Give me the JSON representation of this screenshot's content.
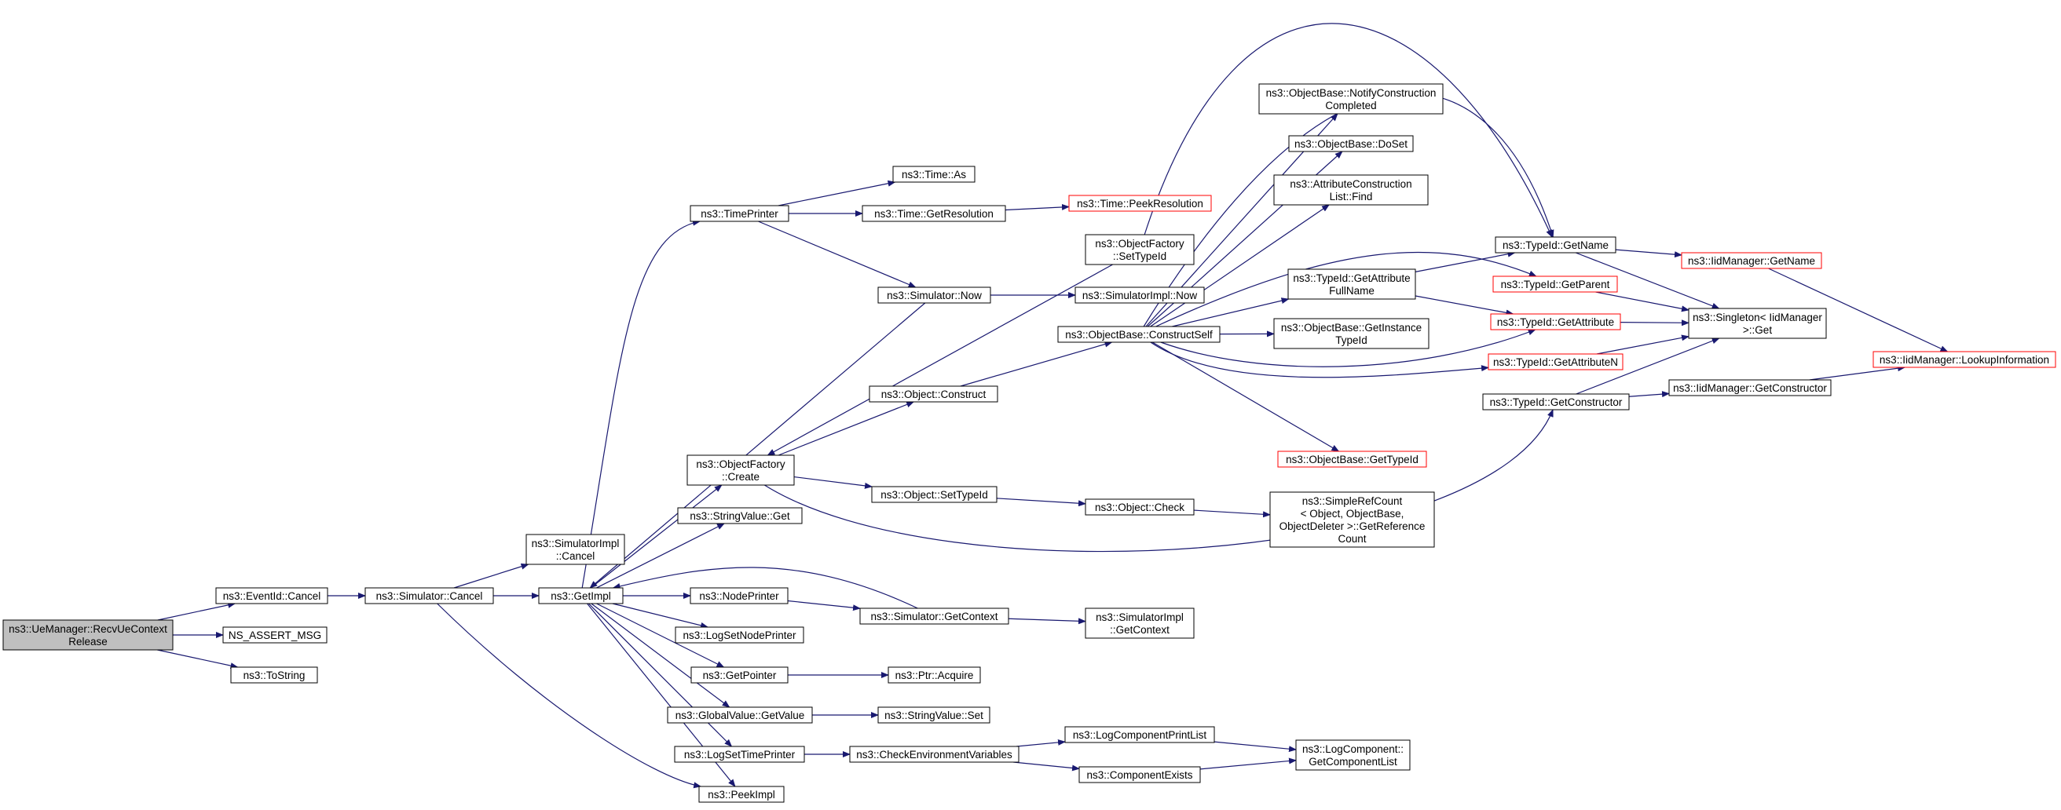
{
  "colors": {
    "edge": "#191970",
    "node_border": "#000000",
    "node_border_truncated": "#ff0000",
    "node_fill": "#ffffff",
    "root_fill": "#bfbfbf",
    "background": "#ffffff"
  },
  "nodes": [
    {
      "id": "recv",
      "lines": [
        "ns3::UeManager::RecvUeContext",
        "Release"
      ],
      "style": "root"
    },
    {
      "id": "evcancel",
      "lines": [
        "ns3::EventId::Cancel"
      ]
    },
    {
      "id": "nsassert",
      "lines": [
        "NS_ASSERT_MSG"
      ]
    },
    {
      "id": "tostring",
      "lines": [
        "ns3::ToString"
      ]
    },
    {
      "id": "simcancel",
      "lines": [
        "ns3::Simulator::Cancel"
      ]
    },
    {
      "id": "simimplcancel",
      "lines": [
        "ns3::SimulatorImpl",
        "::Cancel"
      ]
    },
    {
      "id": "getimpl",
      "lines": [
        "ns3::GetImpl"
      ]
    },
    {
      "id": "timeprinter",
      "lines": [
        "ns3::TimePrinter"
      ]
    },
    {
      "id": "objfcreate",
      "lines": [
        "ns3::ObjectFactory",
        "::Create"
      ]
    },
    {
      "id": "strvalget",
      "lines": [
        "ns3::StringValue::Get"
      ]
    },
    {
      "id": "nodeprinter",
      "lines": [
        "ns3::NodePrinter"
      ]
    },
    {
      "id": "logsetnodeprinter",
      "lines": [
        "ns3::LogSetNodePrinter"
      ]
    },
    {
      "id": "getpointer",
      "lines": [
        "ns3::GetPointer"
      ]
    },
    {
      "id": "globalvalget",
      "lines": [
        "ns3::GlobalValue::GetValue"
      ]
    },
    {
      "id": "logsettimeprinter",
      "lines": [
        "ns3::LogSetTimePrinter"
      ]
    },
    {
      "id": "peekimpl",
      "lines": [
        "ns3::PeekImpl"
      ]
    },
    {
      "id": "timeas",
      "lines": [
        "ns3::Time::As"
      ]
    },
    {
      "id": "timegetres",
      "lines": [
        "ns3::Time::GetResolution"
      ]
    },
    {
      "id": "simnow",
      "lines": [
        "ns3::Simulator::Now"
      ]
    },
    {
      "id": "objconstruct",
      "lines": [
        "ns3::Object::Construct"
      ]
    },
    {
      "id": "objsettypeid",
      "lines": [
        "ns3::Object::SetTypeId"
      ]
    },
    {
      "id": "simgetcontext",
      "lines": [
        "ns3::Simulator::GetContext"
      ]
    },
    {
      "id": "ptracquire",
      "lines": [
        "ns3::Ptr::Acquire"
      ]
    },
    {
      "id": "strvalset",
      "lines": [
        "ns3::StringValue::Set"
      ]
    },
    {
      "id": "checkenv",
      "lines": [
        "ns3::CheckEnvironmentVariables"
      ]
    },
    {
      "id": "timepeekres",
      "lines": [
        "ns3::Time::PeekResolution"
      ],
      "style": "truncated"
    },
    {
      "id": "objfsettypeid",
      "lines": [
        "ns3::ObjectFactory",
        "::SetTypeId"
      ]
    },
    {
      "id": "simimplnow",
      "lines": [
        "ns3::SimulatorImpl::Now"
      ]
    },
    {
      "id": "objbaseconstructself",
      "lines": [
        "ns3::ObjectBase::ConstructSelf"
      ]
    },
    {
      "id": "objcheck",
      "lines": [
        "ns3::Object::Check"
      ]
    },
    {
      "id": "simimplgetcontext",
      "lines": [
        "ns3::SimulatorImpl",
        "::GetContext"
      ]
    },
    {
      "id": "logcompprintlist",
      "lines": [
        "ns3::LogComponentPrintList"
      ]
    },
    {
      "id": "compexists",
      "lines": [
        "ns3::ComponentExists"
      ]
    },
    {
      "id": "notifyconstr",
      "lines": [
        "ns3::ObjectBase::NotifyConstruction",
        "Completed"
      ]
    },
    {
      "id": "doset",
      "lines": [
        "ns3::ObjectBase::DoSet"
      ]
    },
    {
      "id": "attrconstrfind",
      "lines": [
        "ns3::AttributeConstruction",
        "List::Find"
      ]
    },
    {
      "id": "getattrfullname",
      "lines": [
        "ns3::TypeId::GetAttribute",
        "FullName"
      ]
    },
    {
      "id": "getinstancetypeid",
      "lines": [
        "ns3::ObjectBase::GetInstance",
        "TypeId"
      ]
    },
    {
      "id": "objbasegettypeid",
      "lines": [
        "ns3::ObjectBase::GetTypeId"
      ],
      "style": "truncated"
    },
    {
      "id": "simplerefcount",
      "lines": [
        "ns3::SimpleRefCount",
        "< Object, ObjectBase,",
        "ObjectDeleter >::GetReference",
        "Count"
      ]
    },
    {
      "id": "logcompgetlist",
      "lines": [
        "ns3::LogComponent::",
        "GetComponentList"
      ]
    },
    {
      "id": "typeidgetname",
      "lines": [
        "ns3::TypeId::GetName"
      ]
    },
    {
      "id": "typeidgetparent",
      "lines": [
        "ns3::TypeId::GetParent"
      ],
      "style": "truncated"
    },
    {
      "id": "typeidgetattr",
      "lines": [
        "ns3::TypeId::GetAttribute"
      ],
      "style": "truncated"
    },
    {
      "id": "typeidgetattrn",
      "lines": [
        "ns3::TypeId::GetAttributeN"
      ],
      "style": "truncated"
    },
    {
      "id": "typeidgetconstructor",
      "lines": [
        "ns3::TypeId::GetConstructor"
      ]
    },
    {
      "id": "iidmgrgetname",
      "lines": [
        "ns3::IidManager::GetName"
      ],
      "style": "truncated"
    },
    {
      "id": "singletonget",
      "lines": [
        "ns3::Singleton< IidManager",
        ">::Get"
      ]
    },
    {
      "id": "iidmgrgetconstructor",
      "lines": [
        "ns3::IidManager::GetConstructor"
      ]
    },
    {
      "id": "iidmgrlookup",
      "lines": [
        "ns3::IidManager::LookupInformation"
      ],
      "style": "truncated"
    }
  ]
}
